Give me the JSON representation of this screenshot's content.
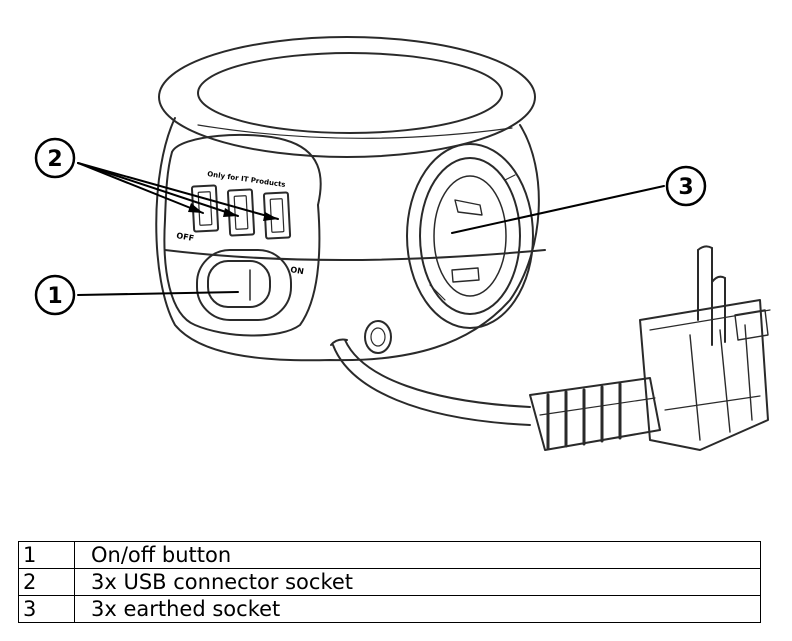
{
  "callouts": [
    {
      "number": "1",
      "target": "on-off-button"
    },
    {
      "number": "2",
      "target": "usb-sockets"
    },
    {
      "number": "3",
      "target": "earthed-socket"
    }
  ],
  "device_text": {
    "usb_caption": "Only for IT Products",
    "switch_off": "OFF",
    "switch_on": "ON"
  },
  "legend": [
    {
      "number": "1",
      "description": "On/off button"
    },
    {
      "number": "2",
      "description": "3x USB connector socket"
    },
    {
      "number": "3",
      "description": "3x earthed socket"
    }
  ],
  "colors": {
    "line": "#2a2a2a",
    "background": "#ffffff"
  }
}
